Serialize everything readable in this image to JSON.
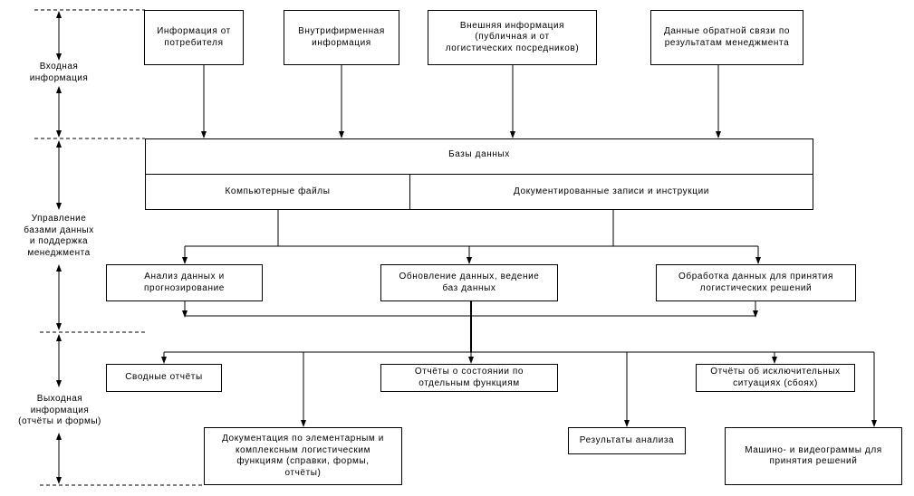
{
  "sections": [
    "Входная\nинформация",
    "Управление\nбазами данных\nи поддержка\nменеджмента",
    "Выходная\nинформация\n(отчёты и формы)"
  ],
  "inputs": [
    "Информация от\nпотребителя",
    "Внутрифирменная\nинформация",
    "Внешняя информация\n(публичная и от\nлогистических посредников)",
    "Данные обратной связи по\nрезультатам менеджмента"
  ],
  "database": {
    "title": "Базы данных",
    "left": "Компьютерные файлы",
    "right": "Документированные  записи  и  инструкции"
  },
  "processing": [
    "Анализ данных и\nпрогнозирование",
    "Обновление данных, ведение\nбаз данных",
    "Обработка данных для принятия\nлогистических решений"
  ],
  "outputs": {
    "summary": "Сводные отчёты",
    "status": "Отчёты о состоянии по\nотдельным функциям",
    "exceptions": "Отчёты об исключительных\nситуациях (сбоях)",
    "documentation": "Документация по элементарным и\nкомплексным логистическим\nфункциям (справки, формы,\nотчёты)",
    "analysis": "Результаты анализа",
    "media": "Машино- и видеограммы для\nпринятия решений"
  }
}
